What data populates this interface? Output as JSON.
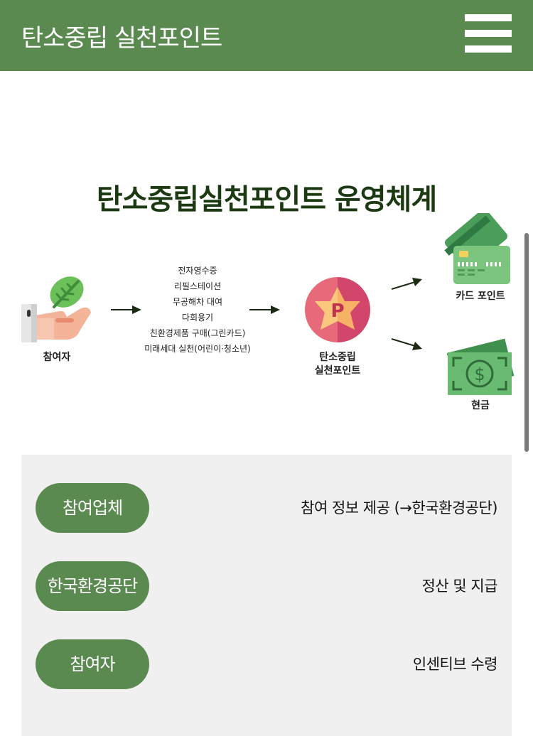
{
  "header": {
    "title": "탄소중립 실천포인트",
    "menu_icon": "hamburger-menu-icon"
  },
  "diagram": {
    "title": "탄소중립실천포인트 운영체계",
    "participant_label": "참여자",
    "activities": [
      "전자영수증",
      "리필스테이션",
      "무공해차 대여",
      "다회용기",
      "친환경제품 구매(그린카드)",
      "미래세대 실천(어린이·청소년)"
    ],
    "points_label_line1": "탄소중립",
    "points_label_line2": "실천포인트",
    "points_badge_letter": "P",
    "card_points_label": "카드 포인트",
    "cash_label": "현금",
    "icons": [
      "hand-leaf-icon",
      "point-badge-icon",
      "credit-card-icon",
      "cash-icon",
      "arrow-icon"
    ],
    "colors": {
      "title": "#1c3a12",
      "green": "#5a8a50",
      "card": "#7cc57f",
      "badge_left": "#e8697a",
      "badge_right": "#d2466b"
    }
  },
  "roles": [
    {
      "name": "참여업체",
      "description": "참여 정보 제공 (→한국환경공단)"
    },
    {
      "name": "한국환경공단",
      "description": "정산 및 지급"
    },
    {
      "name": "참여자",
      "description": "인센티브 수령"
    }
  ],
  "theme": {
    "header_bg": "#5a8a50",
    "panel_bg": "#f0f0f0",
    "pill_bg": "#5a8a50"
  }
}
